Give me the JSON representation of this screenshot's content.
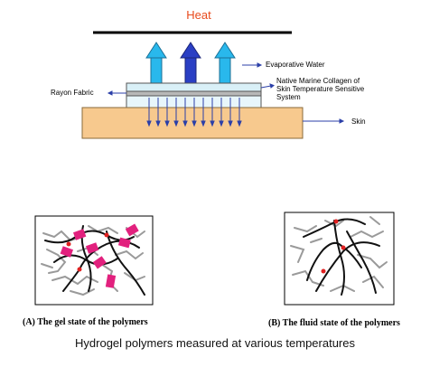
{
  "diagram": {
    "heat_label": "Heat",
    "evaporative_label": "Evaporative Water",
    "collagen_label_lines": [
      "Native Marine Collagen of",
      "Skin Temperature Sensitive",
      "System"
    ],
    "rayon_label": "Rayon Fabric",
    "skin_label": "Skin"
  },
  "panels": {
    "gel_caption": "(A) The gel state of the polymers",
    "fluid_caption": "(B) The fluid state of the polymers"
  },
  "caption": "Hydrogel polymers measured at various temperatures",
  "colors": {
    "heat_text": "#e84a1c",
    "arrow_light": "#29b8ec",
    "arrow_dark": "#2a3fc4",
    "collagen_layer": "#d9f0f7",
    "fabric_layer": "#b8b8b8",
    "skin_block": "#f7c98e",
    "pointer_blue": "#2b3fa8",
    "crosslink_gel": "#e2217e",
    "crosslink_dot": "#e02020"
  }
}
